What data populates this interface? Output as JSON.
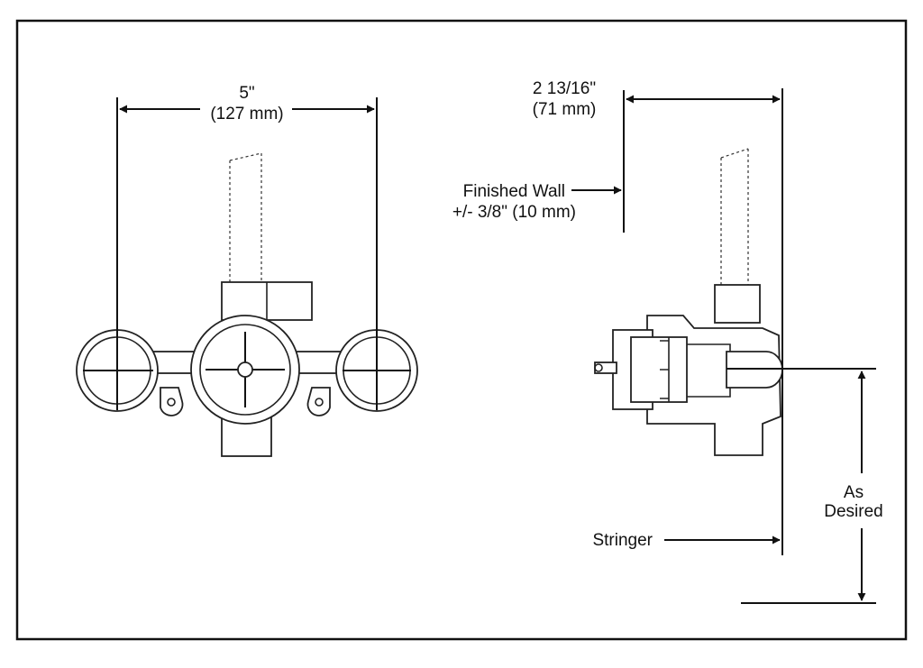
{
  "labels": {
    "front_width_in": "5\"",
    "front_width_mm": "(127 mm)",
    "side_depth_in": "2 13/16\"",
    "side_depth_mm": "(71 mm)",
    "finished_wall_line1": "Finished Wall",
    "finished_wall_line2": "+/- 3/8\" (10 mm)",
    "as_desired_line1": "As",
    "as_desired_line2": "Desired",
    "stringer": "Stringer"
  }
}
